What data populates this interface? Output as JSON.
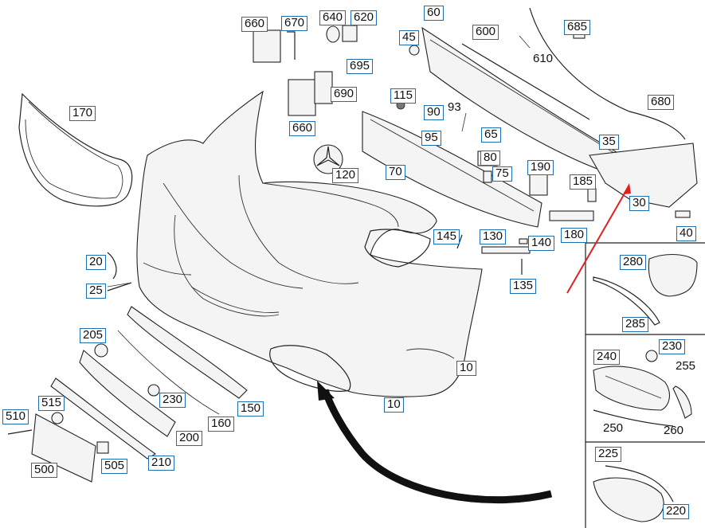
{
  "diagram": {
    "labels": {
      "l660a": "660",
      "l670": "670",
      "l640": "640",
      "l620": "620",
      "l60": "60",
      "l600": "600",
      "l685": "685",
      "l45": "45",
      "l695": "695",
      "l690": "690",
      "l115": "115",
      "l170": "170",
      "l660b": "660",
      "l90": "90",
      "l95": "95",
      "l680": "680",
      "l65": "65",
      "l35": "35",
      "l80": "80",
      "l190": "190",
      "l120": "120",
      "l70": "70",
      "l75": "75",
      "l185": "185",
      "l30": "30",
      "l40": "40",
      "l145": "145",
      "l130": "130",
      "l140": "140",
      "l180": "180",
      "l20": "20",
      "l280": "280",
      "l25": "25",
      "l135": "135",
      "l285": "285",
      "l205": "205",
      "l240": "240",
      "l230a": "230",
      "l10a": "10",
      "l230b": "230",
      "l515": "515",
      "l10b": "10",
      "l150": "150",
      "l510": "510",
      "l160": "160",
      "l200": "200",
      "l505": "505",
      "l210": "210",
      "l500": "500",
      "l225": "225",
      "l220": "220"
    },
    "plain_labels": {
      "p610": "610",
      "p93": "93",
      "p255": "255",
      "p250": "250",
      "p260": "260"
    },
    "arrow_color": "#e02020",
    "label_border_color": "#1f6fb0"
  }
}
